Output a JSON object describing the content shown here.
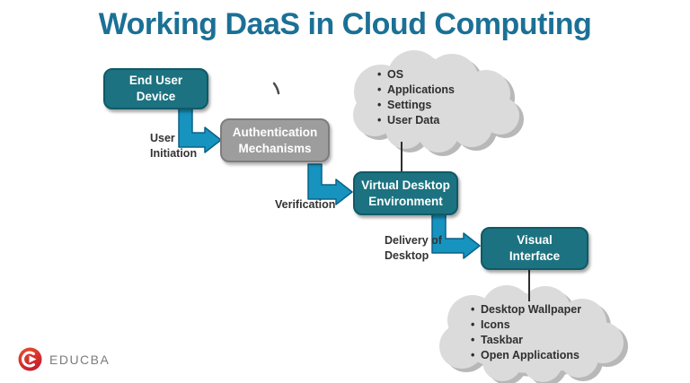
{
  "title": {
    "text": "Working DaaS in Cloud Computing"
  },
  "flow": {
    "boxes": [
      {
        "name": "end-user-device",
        "lines": [
          "End User",
          "Device"
        ],
        "variant": "teal"
      },
      {
        "name": "authentication-mechanisms",
        "lines": [
          "Authentication",
          "Mechanisms"
        ],
        "variant": "gray"
      },
      {
        "name": "virtual-desktop-environment",
        "lines": [
          "Virtual Desktop",
          "Environment"
        ],
        "variant": "teal"
      },
      {
        "name": "visual-interface",
        "lines": [
          "Visual",
          "Interface"
        ],
        "variant": "teal"
      }
    ],
    "arrow_labels": [
      {
        "lines": [
          "User",
          "Initiation"
        ]
      },
      {
        "lines": [
          "Verification"
        ]
      },
      {
        "lines": [
          "Delivery of",
          "Desktop"
        ]
      }
    ]
  },
  "clouds": {
    "bullet_char": "•",
    "top": {
      "items": [
        "OS",
        "Applications",
        "Settings",
        "User Data"
      ]
    },
    "bottom": {
      "items": [
        "Desktop Wallpaper",
        "Icons",
        "Taskbar",
        "Open Applications"
      ]
    }
  },
  "logo": {
    "text": "EDUCBA"
  },
  "colors": {
    "title": "#1B7095",
    "teal_box": "#1C7280",
    "teal_box_border": "#0F5A66",
    "gray_box": "#9D9D9D",
    "arrow_fill": "#1793BF",
    "arrow_outline": "#0A6287",
    "cloud_fill": "#DCDBDB",
    "cloud_shadow": "#B9B8B8",
    "label_text": "#333333",
    "box_text": "#FFFFFF",
    "logo_red": "#D9342D",
    "logo_text": "#7B7C7F"
  }
}
